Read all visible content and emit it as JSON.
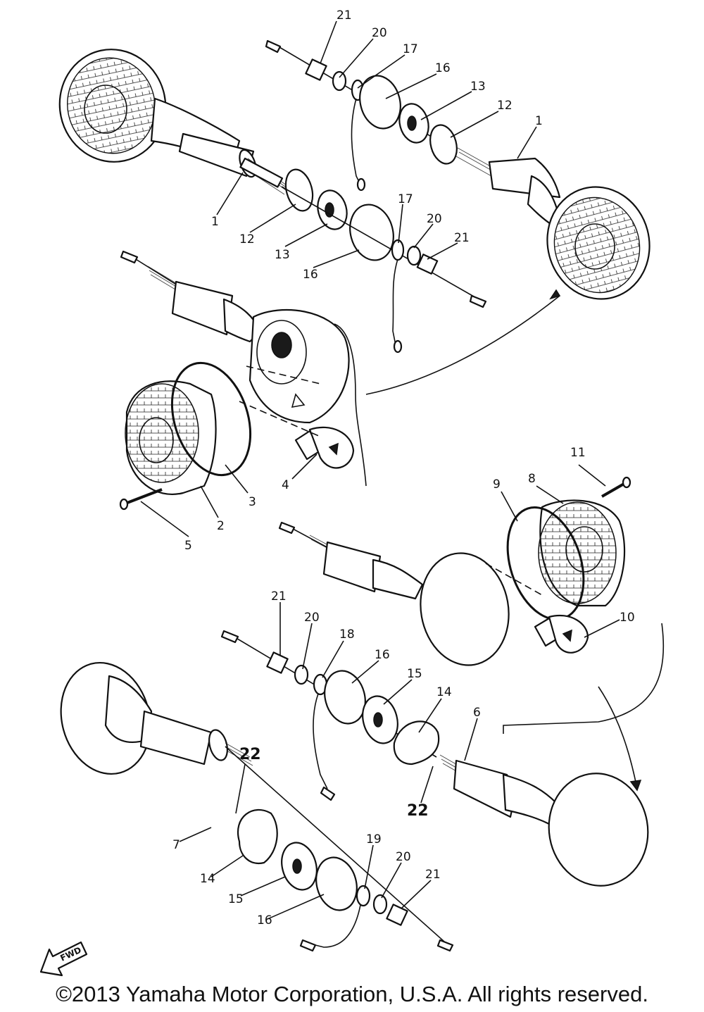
{
  "diagram": {
    "callouts": {
      "c1a": "1",
      "c1b": "1",
      "c2": "2",
      "c3": "3",
      "c4": "4",
      "c5": "5",
      "c6": "6",
      "c7": "7",
      "c8": "8",
      "c9": "9",
      "c10": "10",
      "c11": "11",
      "c12a": "12",
      "c12b": "12",
      "c13a": "13",
      "c13b": "13",
      "c14a": "14",
      "c14b": "14",
      "c15a": "15",
      "c15b": "15",
      "c16a": "16",
      "c16b": "16",
      "c16c": "16",
      "c16d": "16",
      "c17a": "17",
      "c17b": "17",
      "c18": "18",
      "c19": "19",
      "c20a": "20",
      "c20b": "20",
      "c20c": "20",
      "c20d": "20",
      "c21a": "21",
      "c21b": "21",
      "c21c": "21",
      "c21d": "21",
      "c22a": "22",
      "c22b": "22"
    },
    "fwd_label": "FWD"
  },
  "footer": {
    "copyright": "©2013 Yamaha Motor Corporation, U.S.A. All rights reserved."
  }
}
